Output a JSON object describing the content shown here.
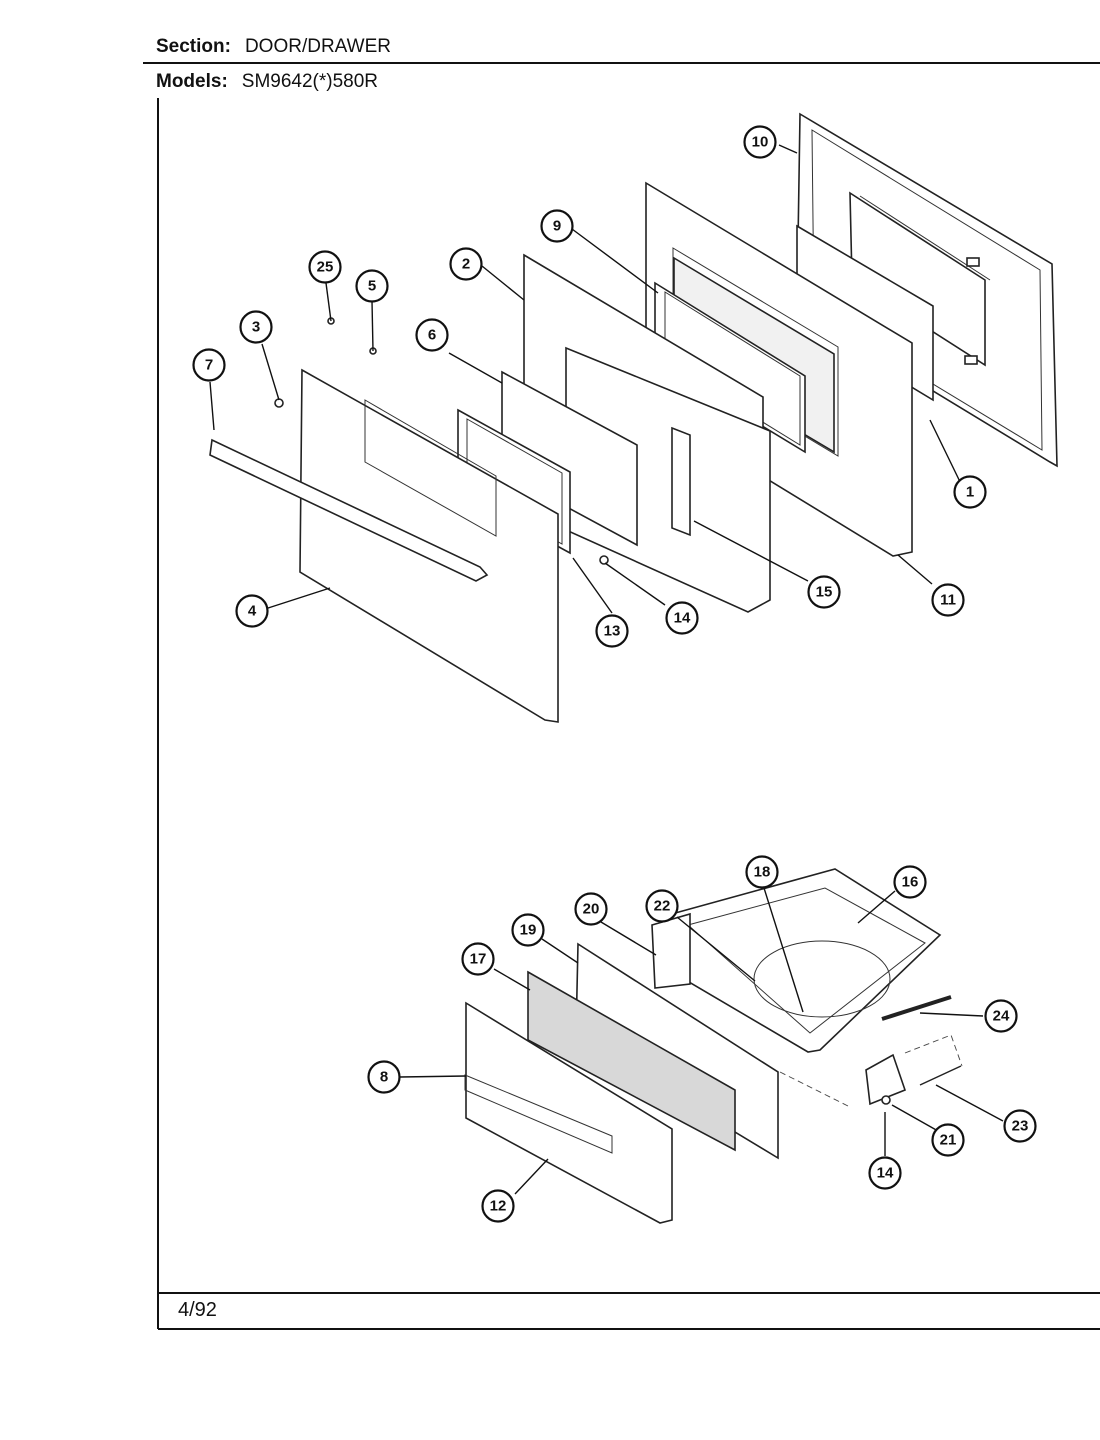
{
  "header": {
    "section_label": "Section:",
    "section_value": "DOOR/DRAWER",
    "models_label": "Models:",
    "models_value": "SM9642(*)580R"
  },
  "footer": {
    "date": "4/92"
  },
  "callouts": [
    {
      "id": "c10",
      "label": "10"
    },
    {
      "id": "c9",
      "label": "9"
    },
    {
      "id": "c2",
      "label": "2"
    },
    {
      "id": "c25",
      "label": "25"
    },
    {
      "id": "c5",
      "label": "5"
    },
    {
      "id": "c3",
      "label": "3"
    },
    {
      "id": "c6",
      "label": "6"
    },
    {
      "id": "c7",
      "label": "7"
    },
    {
      "id": "c1",
      "label": "1"
    },
    {
      "id": "c4",
      "label": "4"
    },
    {
      "id": "c13",
      "label": "13"
    },
    {
      "id": "c14a",
      "label": "14"
    },
    {
      "id": "c15",
      "label": "15"
    },
    {
      "id": "c11",
      "label": "11"
    },
    {
      "id": "c18",
      "label": "18"
    },
    {
      "id": "c16",
      "label": "16"
    },
    {
      "id": "c22",
      "label": "22"
    },
    {
      "id": "c20",
      "label": "20"
    },
    {
      "id": "c19",
      "label": "19"
    },
    {
      "id": "c17",
      "label": "17"
    },
    {
      "id": "c24",
      "label": "24"
    },
    {
      "id": "c8",
      "label": "8"
    },
    {
      "id": "c21",
      "label": "21"
    },
    {
      "id": "c23",
      "label": "23"
    },
    {
      "id": "c14b",
      "label": "14"
    },
    {
      "id": "c12",
      "label": "12"
    }
  ]
}
